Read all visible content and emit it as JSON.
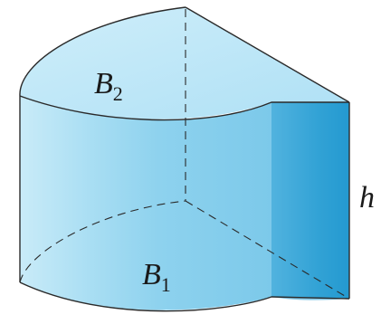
{
  "diagram": {
    "top_base_label": {
      "letter": "B",
      "subscript": "2"
    },
    "bottom_base_label": {
      "letter": "B",
      "subscript": "1"
    },
    "height_label": "h",
    "colors": {
      "side_light": "#d3eef9",
      "side_mid": "#8fd0ed",
      "side_dark": "#3aa5d6",
      "flat_face": "#1f9ad1",
      "top_face": "#bfe6f7",
      "edge": "#2a2a2a",
      "background": "#ffffff"
    }
  }
}
